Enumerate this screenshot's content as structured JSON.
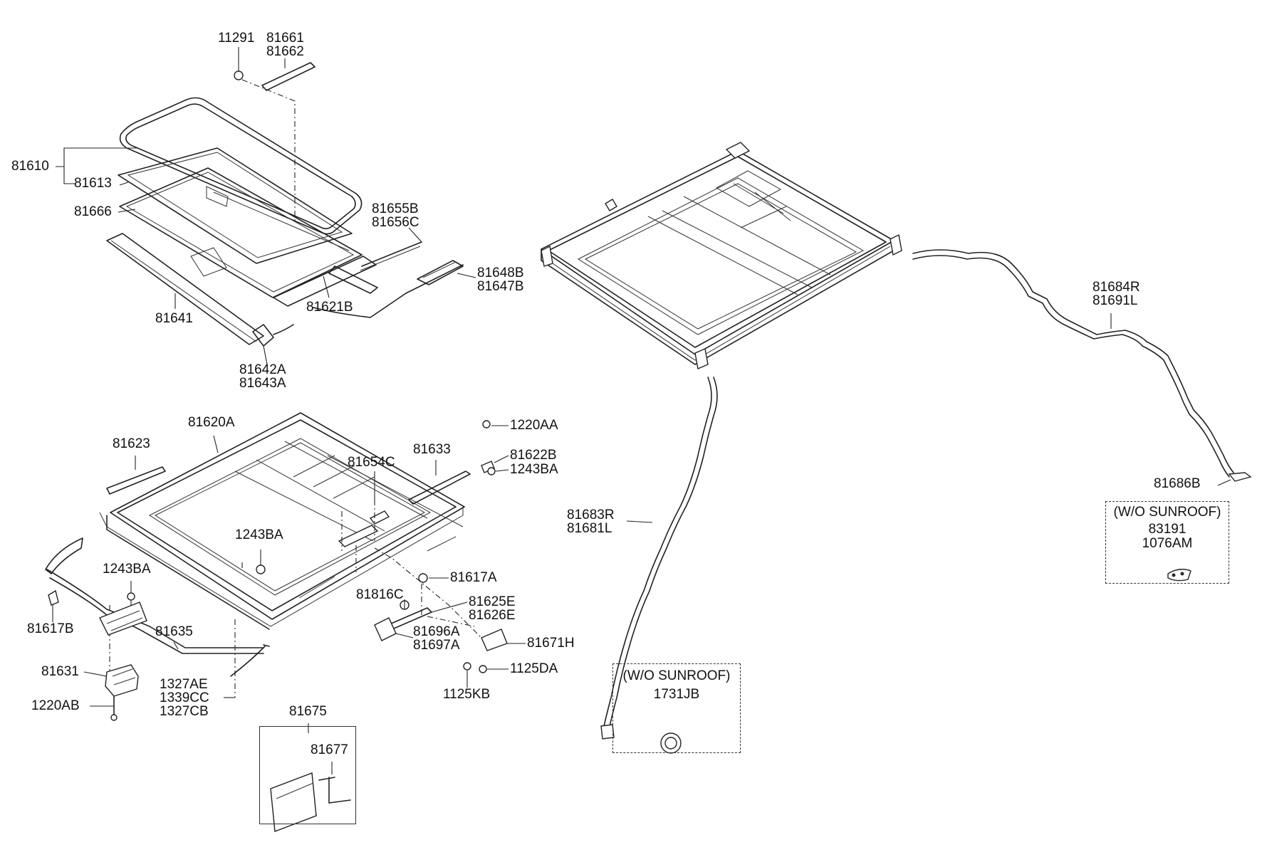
{
  "labels": {
    "p11291": "11291",
    "p81661": "81661",
    "p81662": "81662",
    "p81610": "81610",
    "p81613": "81613",
    "p81666": "81666",
    "p81655B": "81655B",
    "p81656C": "81656C",
    "p81648B": "81648B",
    "p81647B": "81647B",
    "p81621B": "81621B",
    "p81641": "81641",
    "p81642A": "81642A",
    "p81643A": "81643A",
    "p81620A": "81620A",
    "p81623": "81623",
    "p81633": "81633",
    "p81654C": "81654C",
    "p1220AA": "1220AA",
    "p81622B": "81622B",
    "p1243BA_a": "1243BA",
    "p1243BA_b": "1243BA",
    "p1243BA_c": "1243BA",
    "p81617A": "81617A",
    "p81816C": "81816C",
    "p81625E": "81625E",
    "p81626E": "81626E",
    "p81696A": "81696A",
    "p81697A": "81697A",
    "p81671H": "81671H",
    "p1125DA": "1125DA",
    "p1125KB": "1125KB",
    "p81617B": "81617B",
    "p81635": "81635",
    "p81631": "81631",
    "p1220AB": "1220AB",
    "p1327AE": "1327AE",
    "p1339CC": "1339CC",
    "p1327CB": "1327CB",
    "p81675": "81675",
    "p81677": "81677",
    "p81684R": "81684R",
    "p81691L": "81691L",
    "p81686B": "81686B",
    "p81683R": "81683R",
    "p81681L": "81681L"
  },
  "box_wo_sunroof_1": {
    "title": "(W/O SUNROOF)",
    "part": "1731JB"
  },
  "box_wo_sunroof_2": {
    "title": "(W/O SUNROOF)",
    "part_a": "83191",
    "part_b": "1076AM"
  }
}
